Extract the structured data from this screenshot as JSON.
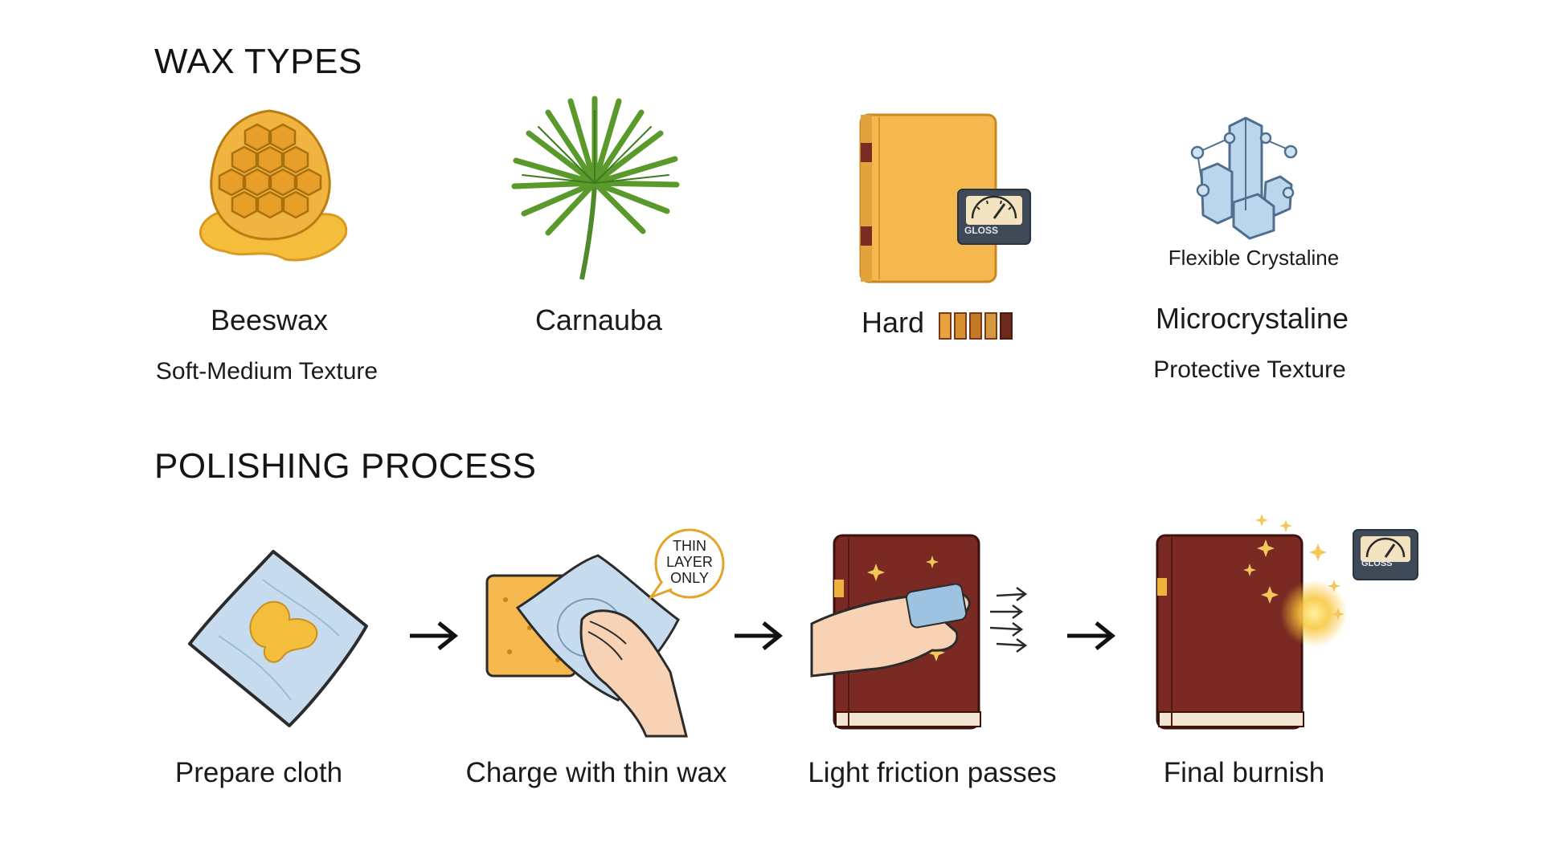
{
  "sections": {
    "wax_types_title": "WAX TYPES",
    "polishing_title": "POLISHING PROCESS"
  },
  "wax_types": [
    {
      "name": "Beeswax",
      "subtitle": "Soft-Medium Texture",
      "icon": "honeycomb-icon"
    },
    {
      "name": "Carnauba",
      "subtitle": "",
      "icon": "palm-leaf-icon"
    },
    {
      "name": "Hard",
      "subtitle": "",
      "icon": "book-gloss-icon",
      "hardness_scale_segments": 5,
      "gauge_label": "GLOSS"
    },
    {
      "name": "Microcrystaline",
      "caption": "Flexible Crystaline",
      "subtitle": "Protective Texture",
      "icon": "crystal-icon"
    }
  ],
  "process_steps": [
    {
      "label": "Prepare cloth",
      "icon": "cloth-with-wax-icon"
    },
    {
      "label": "Charge with thin wax",
      "icon": "hand-charging-cloth-icon",
      "bubble": [
        "THIN",
        "LAYER",
        "ONLY"
      ]
    },
    {
      "label": "Light friction passes",
      "icon": "hand-polishing-book-icon"
    },
    {
      "label": "Final burnish",
      "icon": "shiny-book-icon",
      "gauge_label": "GLOSS"
    }
  ],
  "colors": {
    "wax_gold": "#f2b440",
    "wax_gold_dark": "#d99a23",
    "book_red": "#7a2a22",
    "book_yellow": "#f4b84f",
    "cloth_blue": "#c6dcee",
    "palm_green": "#5a9a2c",
    "crystal_blue": "#b9d6ec"
  }
}
